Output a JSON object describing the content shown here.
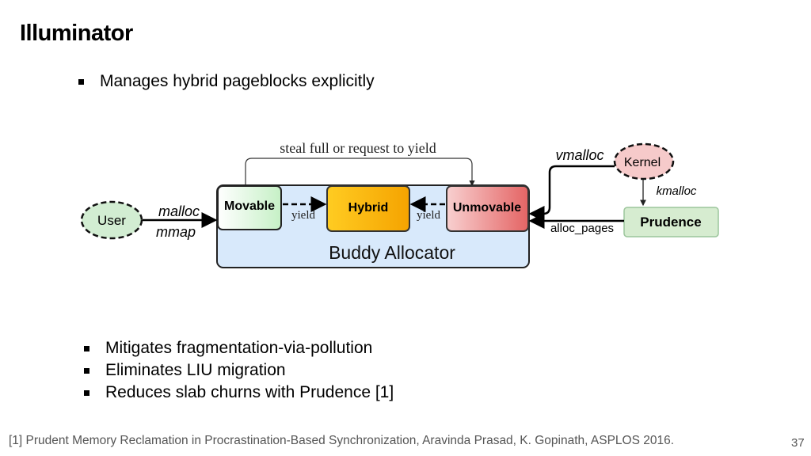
{
  "title": "Illuminator",
  "top_bullets": [
    "Manages hybrid pageblocks explicitly"
  ],
  "diagram": {
    "steal_label": "steal full or request to yield",
    "movable": "Movable",
    "hybrid": "Hybrid",
    "unmovable": "Unmovable",
    "yield_left": "yield",
    "yield_right": "yield",
    "buddy": "Buddy Allocator",
    "user": "User",
    "malloc": "malloc",
    "mmap": "mmap",
    "kernel": "Kernel",
    "vmalloc": "vmalloc",
    "kmalloc": "kmalloc",
    "prudence": "Prudence",
    "alloc_pages": "alloc_pages"
  },
  "bottom_bullets": [
    "Mitigates fragmentation-via-pollution",
    "Eliminates LIU migration",
    "Reduces slab churns with Prudence [1]"
  ],
  "footnote": "[1] Prudent Memory Reclamation in Procrastination-Based Synchronization, Aravinda Prasad, K. Gopinath, ASPLOS 2016.",
  "page_number": "37"
}
